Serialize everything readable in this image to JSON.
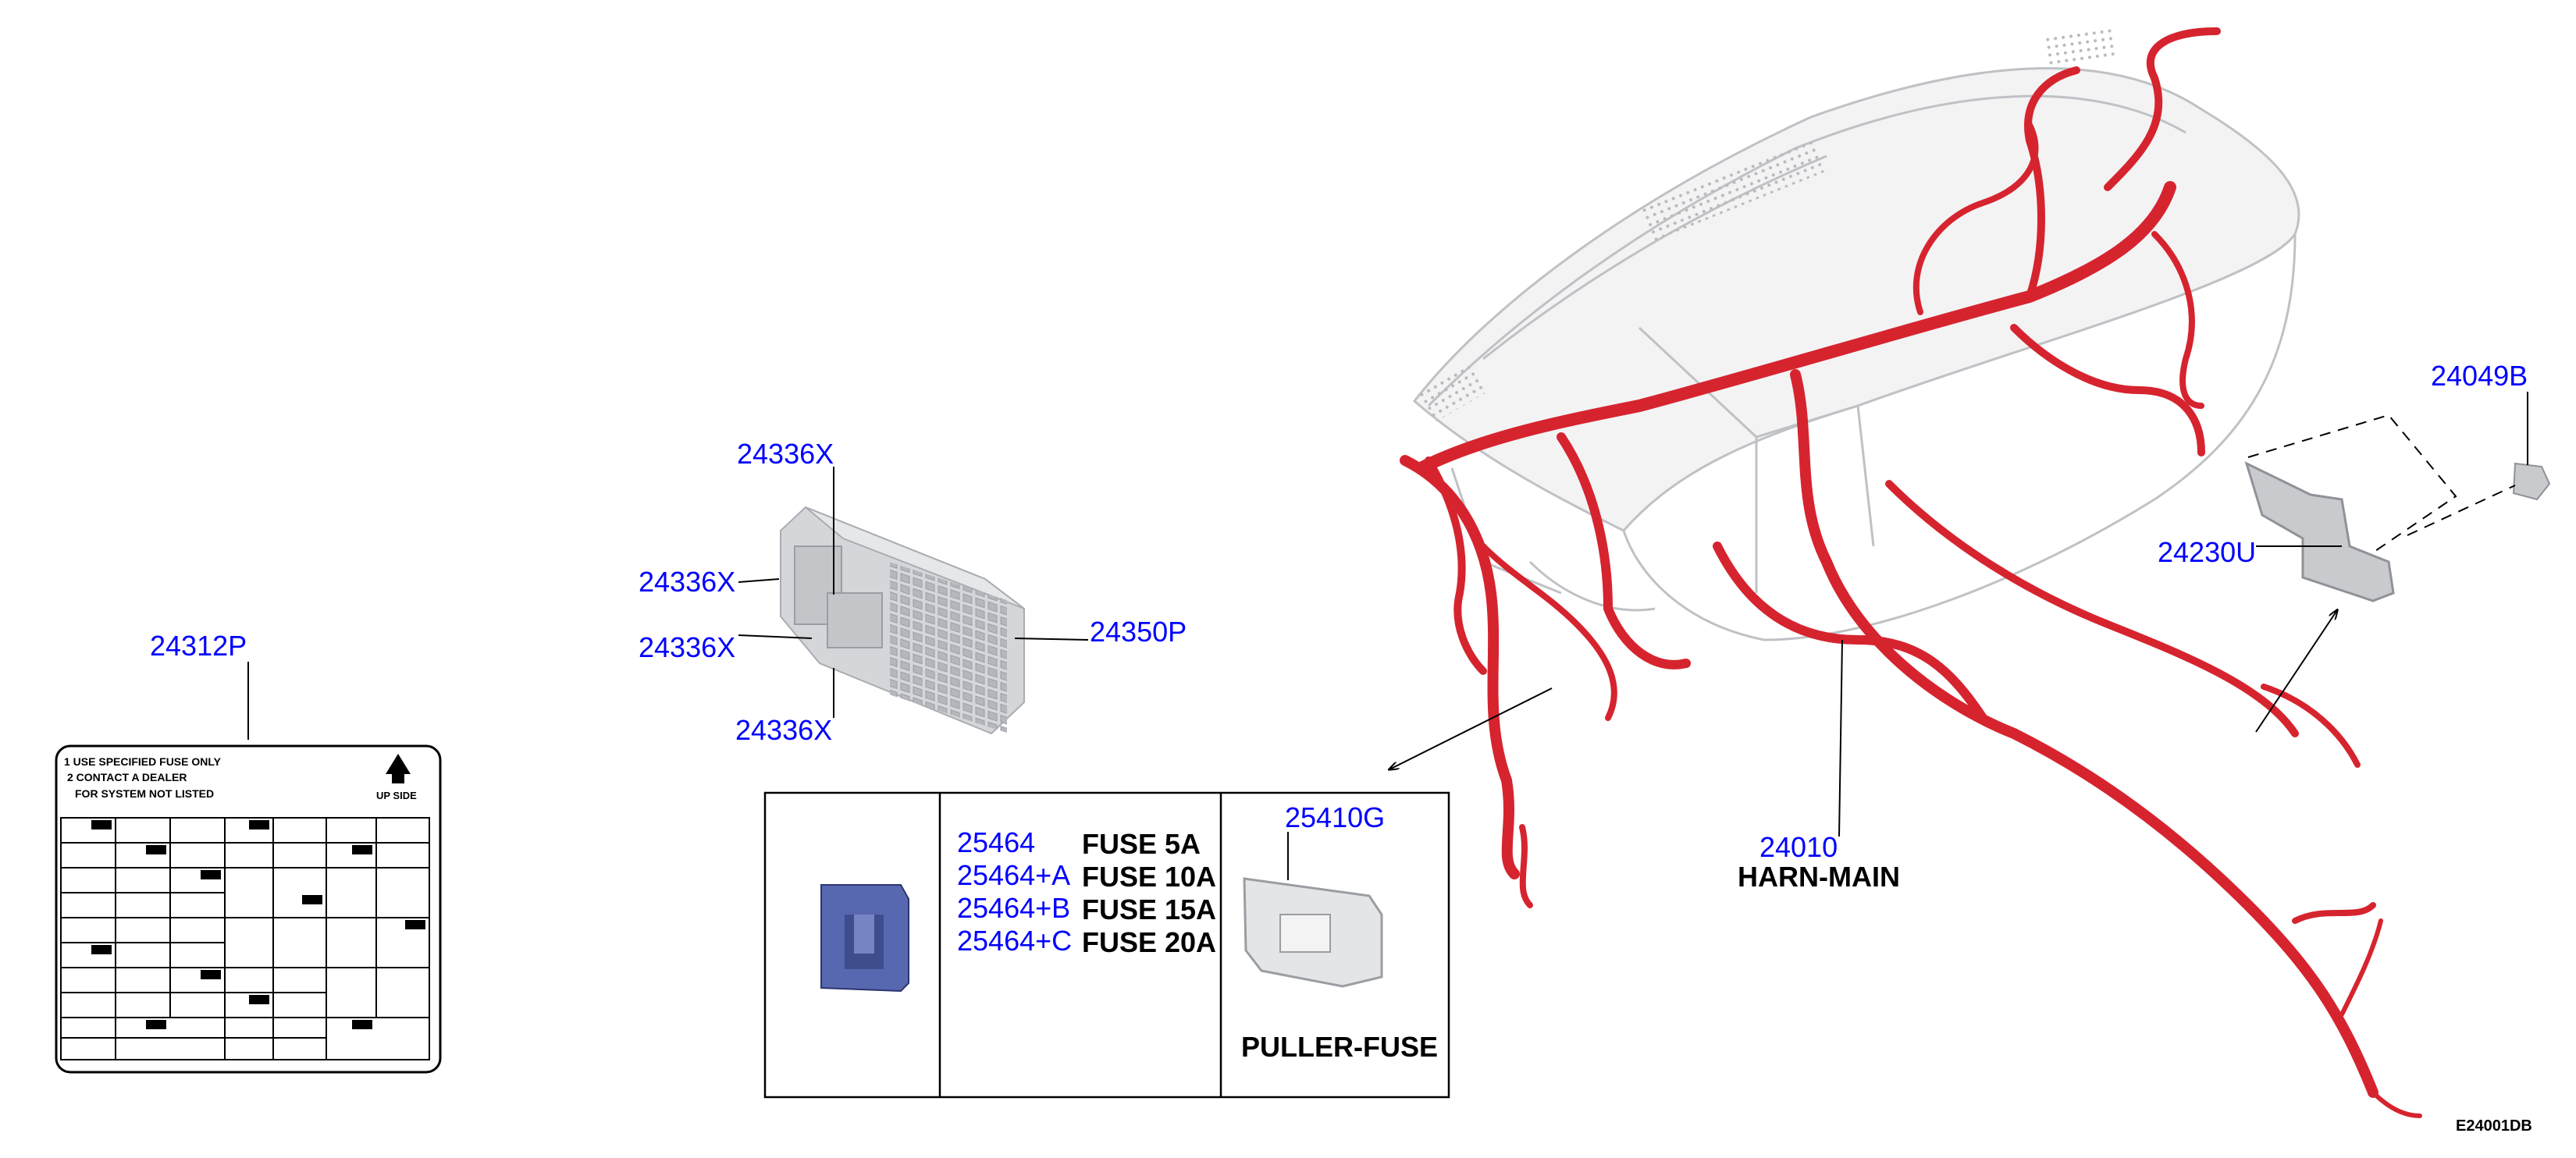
{
  "colors": {
    "part_number": "#0000ff",
    "text": "#000000",
    "harness": "#d6242f",
    "dash_outline": "#bfc1c5",
    "fusebox": "#c9cbcf",
    "fuse": "#4a5aa8"
  },
  "parts": {
    "label_plate": {
      "number": "24312P"
    },
    "block_top": {
      "number": "24336X"
    },
    "block_left_upper": {
      "number": "24336X"
    },
    "block_left_lower": {
      "number": "24336X"
    },
    "block_bottom": {
      "number": "24336X"
    },
    "fuse_block": {
      "number": "24350P"
    },
    "bolt": {
      "number": "24049B"
    },
    "bracket": {
      "number": "24230U"
    },
    "harness": {
      "number": "24010",
      "name": "HARN-MAIN"
    }
  },
  "fuse_table": {
    "rows": [
      {
        "number": "25464",
        "desc": "FUSE 5A"
      },
      {
        "number": "25464+A",
        "desc": "FUSE 10A"
      },
      {
        "number": "25464+B",
        "desc": "FUSE 15A"
      },
      {
        "number": "25464+C",
        "desc": "FUSE 20A"
      }
    ],
    "puller": {
      "number": "25410G",
      "name": "PULLER-FUSE"
    }
  },
  "label_plate_text": {
    "line1": "1 USE SPECIFIED FUSE ONLY",
    "line2": "2 CONTACT A DEALER",
    "line3": "FOR SYSTEM NOT LISTED",
    "up_side": "UP SIDE"
  },
  "diagram_code": "E24001DB"
}
